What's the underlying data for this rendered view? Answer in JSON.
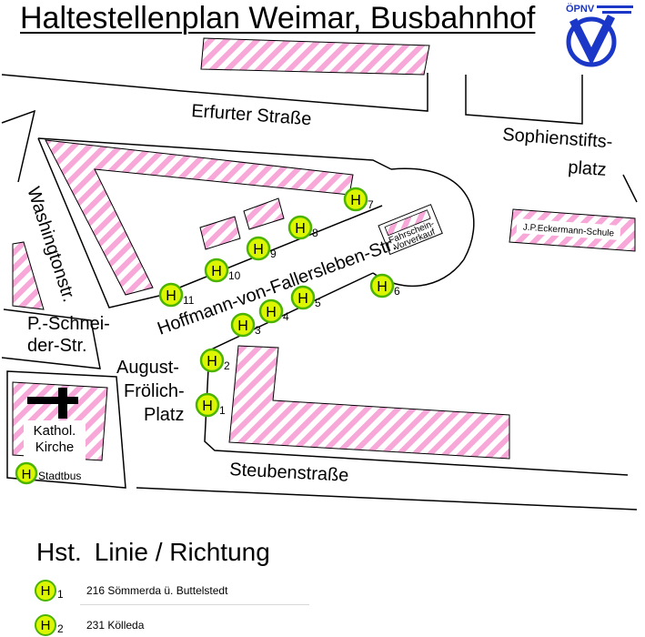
{
  "title": "Haltestellenplan Weimar, Busbahnhof",
  "logo_text": "ÖPNV",
  "streets": {
    "erfurter": "Erfurter Straße",
    "sophien_1": "Sophienstifts-",
    "sophien_2": "platz",
    "washington": "Washingtonstr.",
    "schneider_1": "P.-Schnei-",
    "schneider_2": "der-Str.",
    "august_1": "August-",
    "august_2": "Frölich-",
    "august_3": "Platz",
    "hoffmann": "Hoffmann-von-Fallersleben-Str.",
    "steuben": "Steubenstraße"
  },
  "buildings": {
    "schule": "J.P.Eckermann-Schule",
    "vorverkauf_1": "Fahrschein-",
    "vorverkauf_2": "Vorverkauf",
    "kirche_1": "Kathol.",
    "kirche_2": "Kirche"
  },
  "stop_letter": "H",
  "stops": [
    {
      "num": "1"
    },
    {
      "num": "2"
    },
    {
      "num": "3"
    },
    {
      "num": "4"
    },
    {
      "num": "5"
    },
    {
      "num": "6"
    },
    {
      "num": "7"
    },
    {
      "num": "8"
    },
    {
      "num": "9"
    },
    {
      "num": "10"
    },
    {
      "num": "11"
    }
  ],
  "stadtbus_label": "Stadtbus",
  "legend": {
    "col_stop": "Hst.",
    "col_line": "Linie / Richtung",
    "rows": [
      {
        "stop": "1",
        "text": "216 Sömmerda ü. Buttelstedt"
      },
      {
        "stop": "2",
        "text": "231 Kölleda"
      }
    ]
  },
  "colors": {
    "building_fill": "#f7a8d8",
    "stop_fill": "#dcf500",
    "stop_ring": "#4bb400",
    "logo_blue": "#1b37c8"
  }
}
